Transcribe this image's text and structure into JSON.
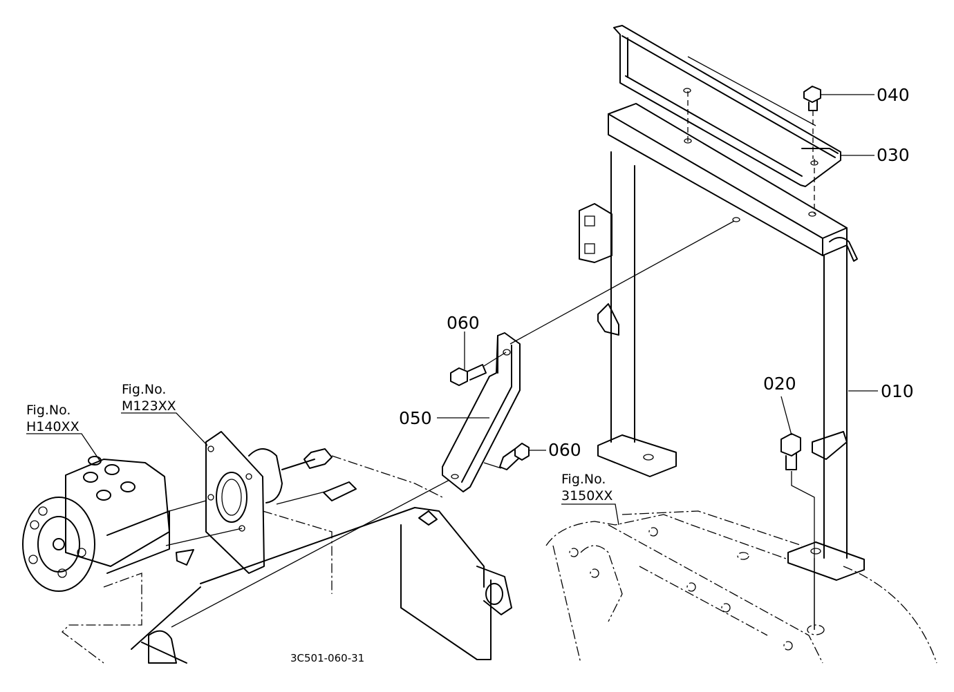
{
  "part_labels": [
    {
      "id": "p010",
      "text": "010"
    },
    {
      "id": "p020",
      "text": "020"
    },
    {
      "id": "p030",
      "text": "030"
    },
    {
      "id": "p040",
      "text": "040"
    },
    {
      "id": "p050",
      "text": "050"
    },
    {
      "id": "p060a",
      "text": "060"
    },
    {
      "id": "p060b",
      "text": "060"
    }
  ],
  "figure_refs": [
    {
      "id": "h140",
      "line1": "Fig.No.",
      "line2": "H140XX"
    },
    {
      "id": "m123",
      "line1": "Fig.No.",
      "line2": "M123XX"
    },
    {
      "id": "f3150",
      "line1": "Fig.No.",
      "line2": "3150XX"
    }
  ],
  "drawing_code": "3C501-060-31"
}
